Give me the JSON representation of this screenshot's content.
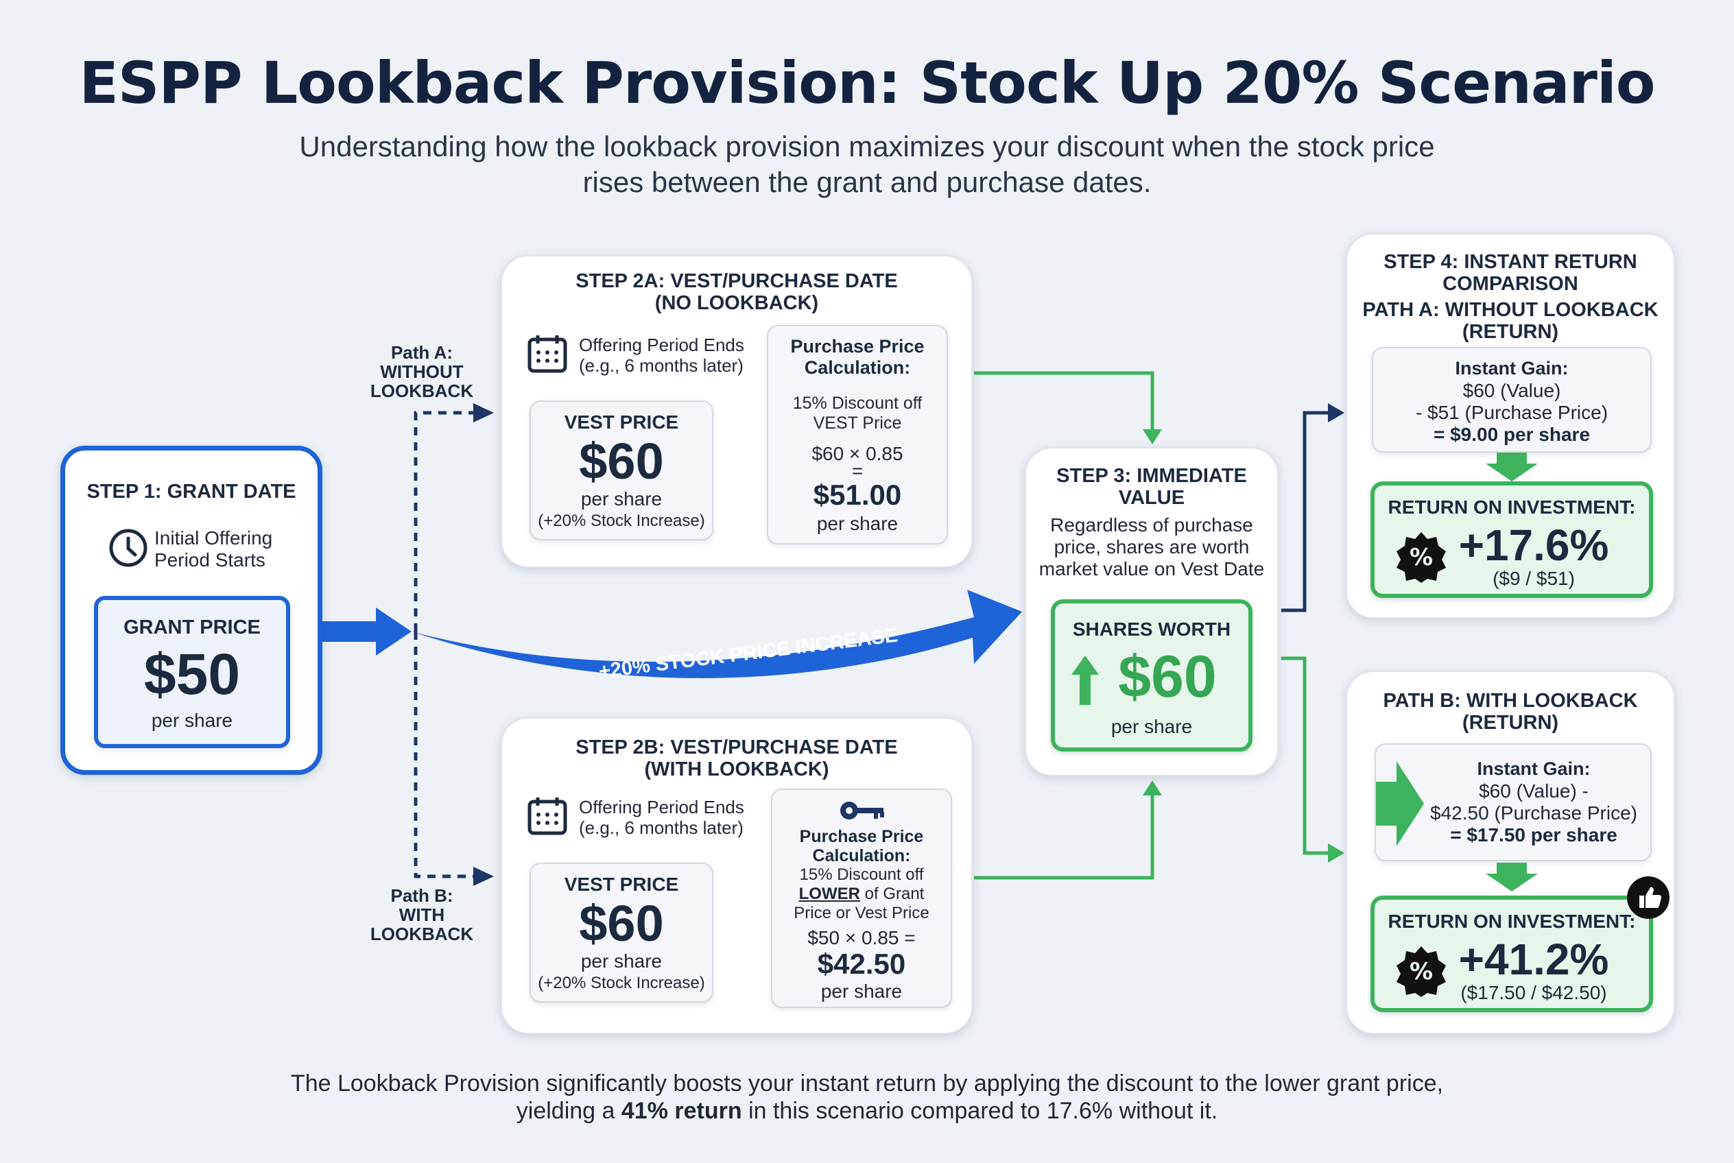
{
  "title": "ESPP Lookback Provision: Stock Up 20% Scenario",
  "subtitle_line1": "Understanding how the lookback provision maximizes your discount when the stock price",
  "subtitle_line2": "rises between the grant and purchase dates.",
  "step1": {
    "heading": "STEP 1: GRANT DATE",
    "note_line1": "Initial Offering",
    "note_line2": "Period Starts",
    "price_label": "GRANT PRICE",
    "price": "$50",
    "unit": "per share"
  },
  "path_a_label": [
    "Path A:",
    "WITHOUT",
    "LOOKBACK"
  ],
  "path_b_label": [
    "Path B:",
    "WITH",
    "LOOKBACK"
  ],
  "increase_arrow_label": "+20% STOCK PRICE INCREASE",
  "step2a": {
    "heading_line1": "STEP 2A: VEST/PURCHASE DATE",
    "heading_line2": "(NO LOOKBACK)",
    "offering_line1": "Offering Period Ends",
    "offering_line2": "(e.g., 6 months later)",
    "vest_label": "VEST PRICE",
    "vest_price": "$60",
    "vest_unit": "per share",
    "vest_note": "(+20% Stock Increase)",
    "calc_title_line1": "Purchase Price",
    "calc_title_line2": "Calculation:",
    "calc_desc_line1": "15% Discount off",
    "calc_desc_line2": "VEST Price",
    "calc_formula": "$60 × 0.85",
    "calc_equals": "=",
    "calc_result": "$51.00",
    "calc_unit": "per share"
  },
  "step2b": {
    "heading_line1": "STEP 2B: VEST/PURCHASE DATE",
    "heading_line2": "(WITH LOOKBACK)",
    "offering_line1": "Offering Period Ends",
    "offering_line2": "(e.g., 6 months later)",
    "vest_label": "VEST PRICE",
    "vest_price": "$60",
    "vest_unit": "per share",
    "vest_note": "(+20% Stock Increase)",
    "calc_title_line1": "Purchase Price",
    "calc_title_line2": "Calculation:",
    "calc_desc_line1": "15% Discount off",
    "calc_desc_lower": "LOWER",
    "calc_desc_line2_rest": " of Grant",
    "calc_desc_line3": "Price or Vest Price",
    "calc_formula": "$50 × 0.85 =",
    "calc_result": "$42.50",
    "calc_unit": "per share"
  },
  "step3": {
    "heading_line1": "STEP 3: IMMEDIATE",
    "heading_line2": "VALUE",
    "desc_line1": "Regardless of purchase",
    "desc_line2": "price, shares are worth",
    "desc_line3": "market value on Vest Date",
    "worth_label": "SHARES WORTH",
    "worth_value": "$60",
    "worth_unit": "per share"
  },
  "step4a": {
    "heading_line1": "STEP 4: INSTANT RETURN",
    "heading_line2": "COMPARISON",
    "heading_line3": "PATH A: WITHOUT LOOKBACK",
    "heading_line4": "(RETURN)",
    "gain_title": "Instant Gain:",
    "gain_line1": "$60 (Value)",
    "gain_line2": "- $51 (Purchase Price)",
    "gain_line3": "= $9.00 per share",
    "roi_label": "RETURN ON INVESTMENT:",
    "roi_value": "+17.6%",
    "roi_calc": "($9 / $51)"
  },
  "step4b": {
    "heading_line1": "PATH B: WITH LOOKBACK",
    "heading_line2": "(RETURN)",
    "gain_title": "Instant Gain:",
    "gain_line1": "$60 (Value) -",
    "gain_line2": "$42.50 (Purchase Price)",
    "gain_line3": "= $17.50 per share",
    "roi_label": "RETURN ON INVESTMENT:",
    "roi_value": "+41.2%",
    "roi_calc": "($17.50 / $42.50)"
  },
  "footer_line1": "The Lookback Provision significantly boosts your instant return by applying the discount to the lower grant price,",
  "footer_pre": "yielding a ",
  "footer_bold": "41% return",
  "footer_post": " in this scenario compared to 17.6% without it.",
  "colors": {
    "blue": "#1f63d8",
    "navy": "#1e3566",
    "green": "#3cb35c",
    "green_fill": "#e7f6ea"
  },
  "icons": [
    "clock-icon",
    "calendar-icon",
    "key-icon",
    "percent-badge-icon",
    "thumbs-up-icon",
    "up-arrow-icon"
  ]
}
